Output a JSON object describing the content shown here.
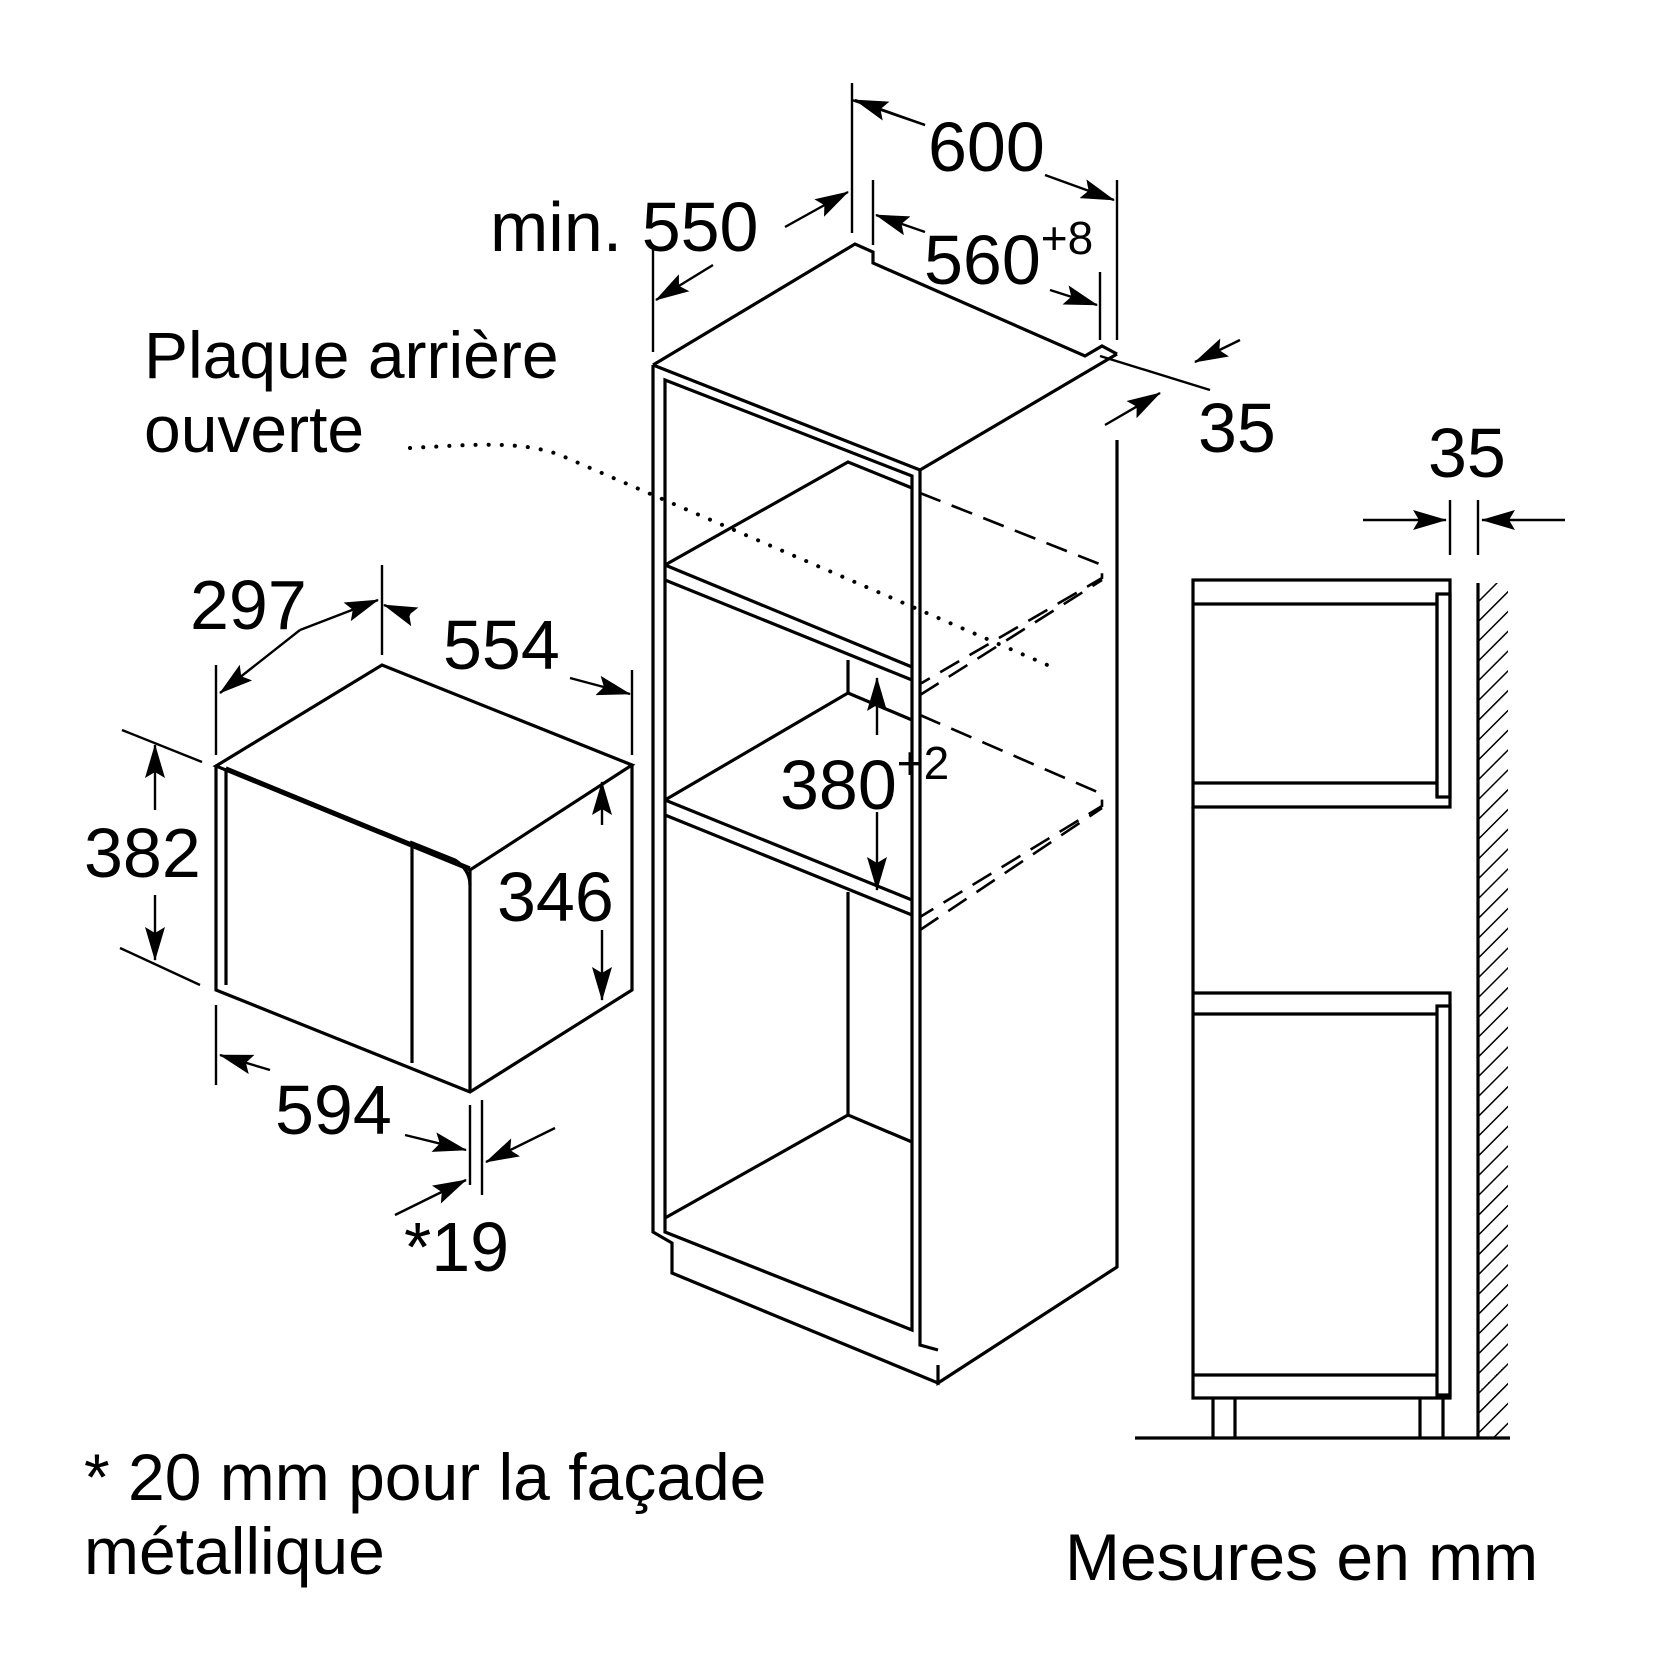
{
  "labels": {
    "width_600": "600",
    "depth_min": "min. 550",
    "width_560": "560",
    "width_560_tol": "+8",
    "offset_35_right": "35",
    "offset_35_side": "35",
    "height_380": "380",
    "height_380_tol": "+2",
    "back_panel": "Plaque arrière\nouverte",
    "device_depth_297": "297",
    "device_depth_554": "554",
    "device_height_382": "382",
    "device_height_346": "346",
    "device_width_594": "594",
    "front_19": "*19",
    "footnote": "* 20 mm pour la façade\nmétallique",
    "units": "Mesures en mm"
  },
  "colors": {
    "line": "#000000",
    "background": "#ffffff"
  }
}
